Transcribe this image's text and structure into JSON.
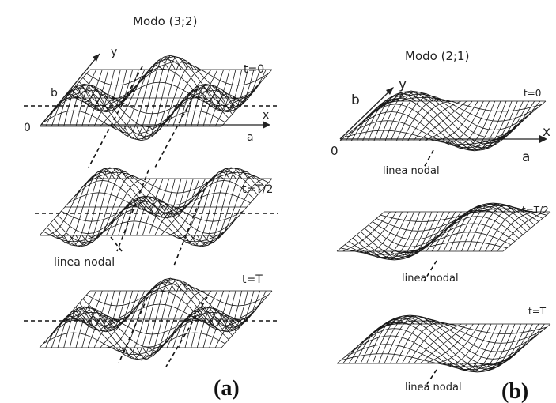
{
  "panel_a": {
    "title": "Modo (3;2)",
    "time_labels": [
      "t=0",
      "t=T/2",
      "t=T"
    ],
    "axis_x": "x",
    "axis_y": "y",
    "origin": "0",
    "edge_a": "a",
    "edge_b": "b",
    "nodal_label": "linea nodal",
    "caption": "(a)"
  },
  "panel_b": {
    "title": "Modo (2;1)",
    "time_labels": [
      "t=0",
      "t=T/2",
      "t=T"
    ],
    "axis_x": "x",
    "axis_y": "y",
    "origin": "0",
    "edge_a": "a",
    "edge_b": "b",
    "nodal_label": "linea nodal",
    "caption": "(b)"
  },
  "colors": {
    "ink": "#1a1a1a",
    "paper": "#ffffff"
  }
}
